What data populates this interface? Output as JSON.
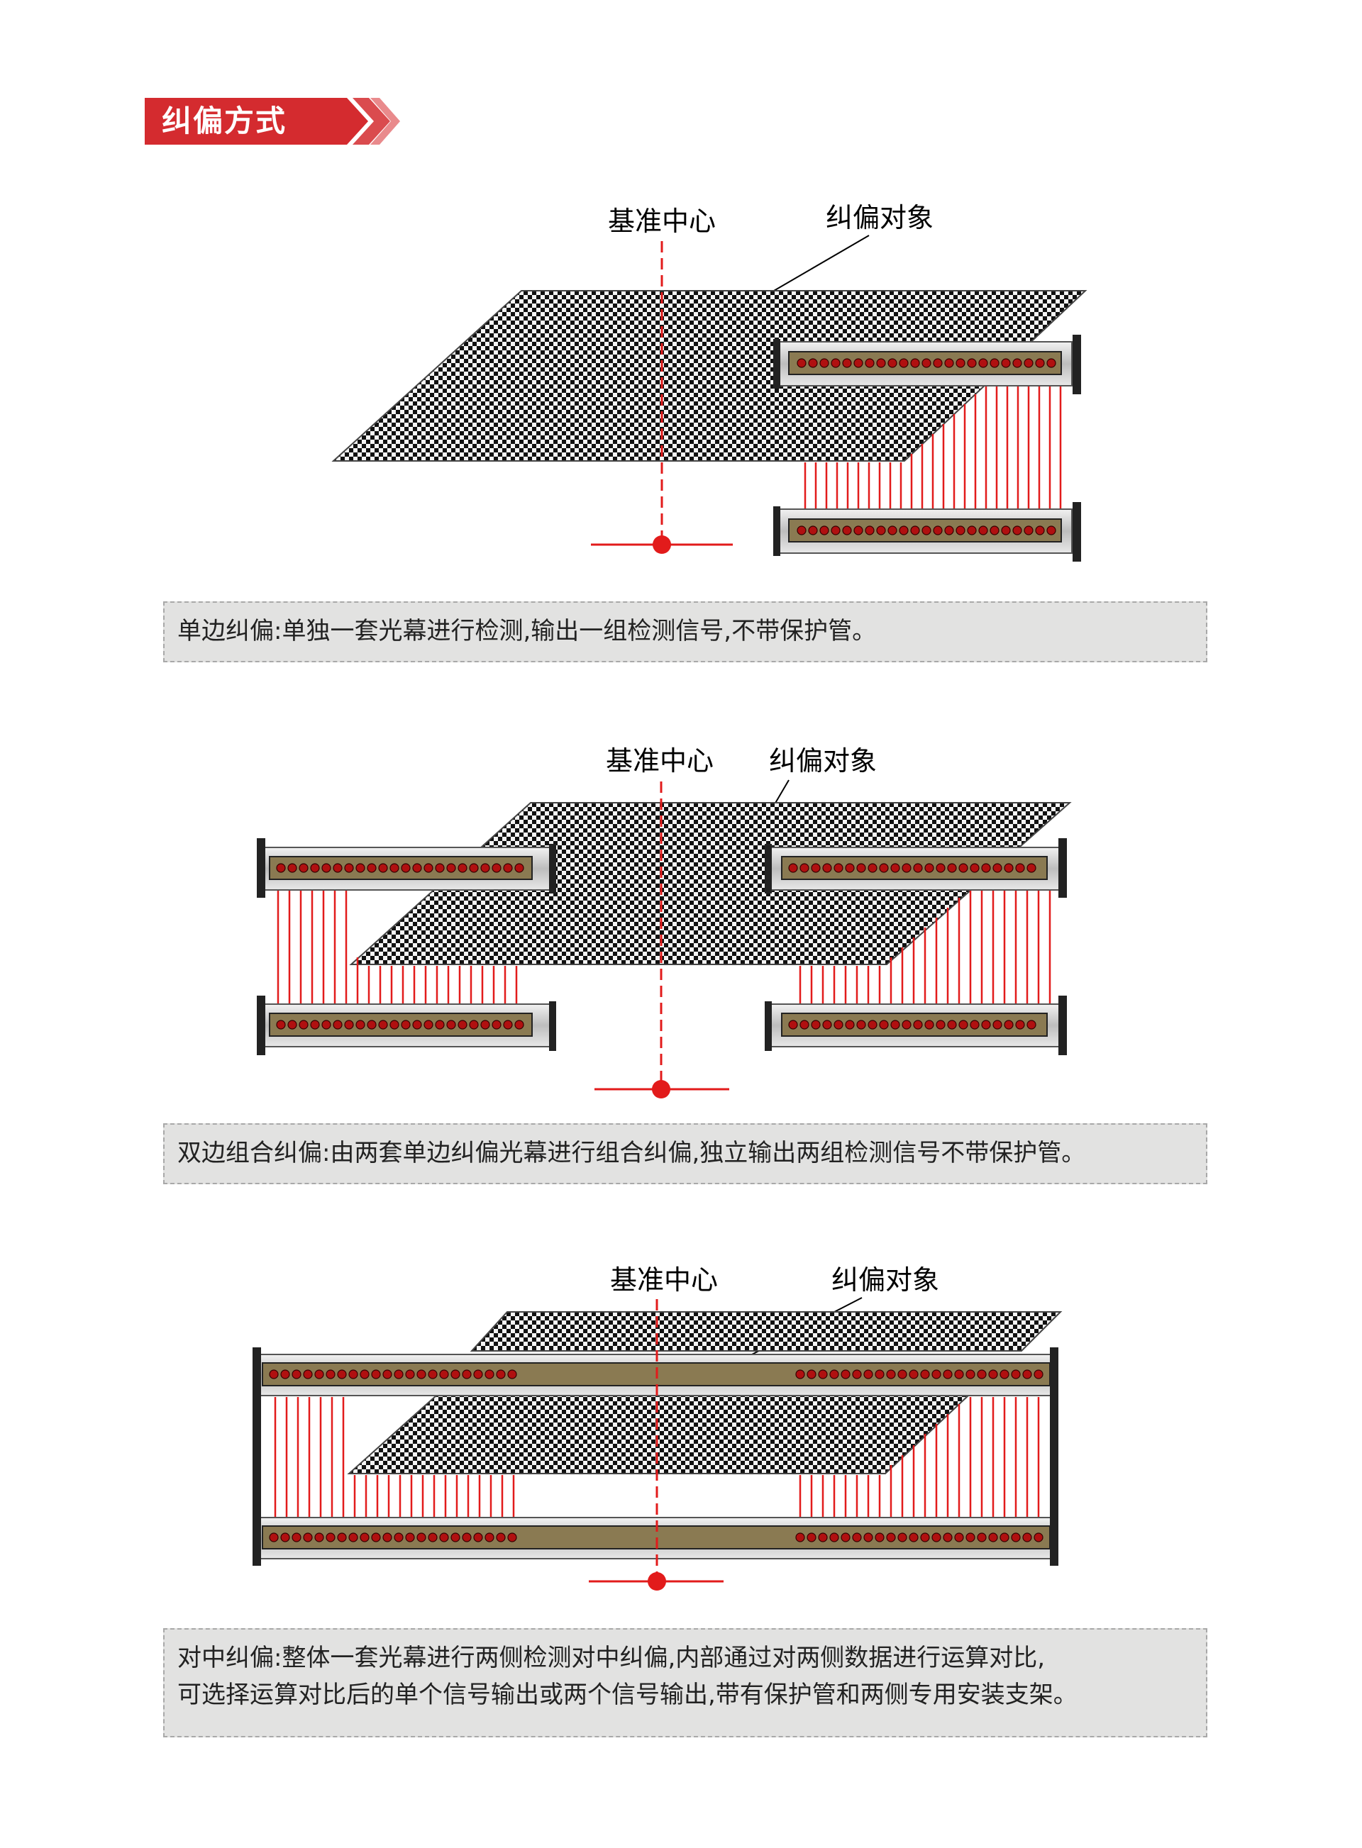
{
  "section": {
    "title": "纠偏方式"
  },
  "colors": {
    "accent_red": "#d42b2f",
    "beam_red": "#e21b1b",
    "rail_body": "#8a7a52",
    "led_red": "#b01010",
    "caption_bg": "#e2e2e1"
  },
  "diagrams": [
    {
      "mode": "single-edge",
      "center_label": "基准中心",
      "object_label": "纠偏对象",
      "caption_lines": [
        "单边纠偏:单独一套光幕进行检测,输出一组检测信号,不带保护管。"
      ]
    },
    {
      "mode": "double-edge-combined",
      "center_label": "基准中心",
      "object_label": "纠偏对象",
      "caption_lines": [
        "双边组合纠偏:由两套单边纠偏光幕进行组合纠偏,独立输出两组检测信号不带保护管。"
      ]
    },
    {
      "mode": "centering",
      "center_label": "基准中心",
      "object_label": "纠偏对象",
      "caption_lines": [
        "对中纠偏:整体一套光幕进行两侧检测对中纠偏,内部通过对两侧数据进行运算对比,",
        "可选择运算对比后的单个信号输出或两个信号输出,带有保护管和两侧专用安装支架。"
      ]
    }
  ]
}
